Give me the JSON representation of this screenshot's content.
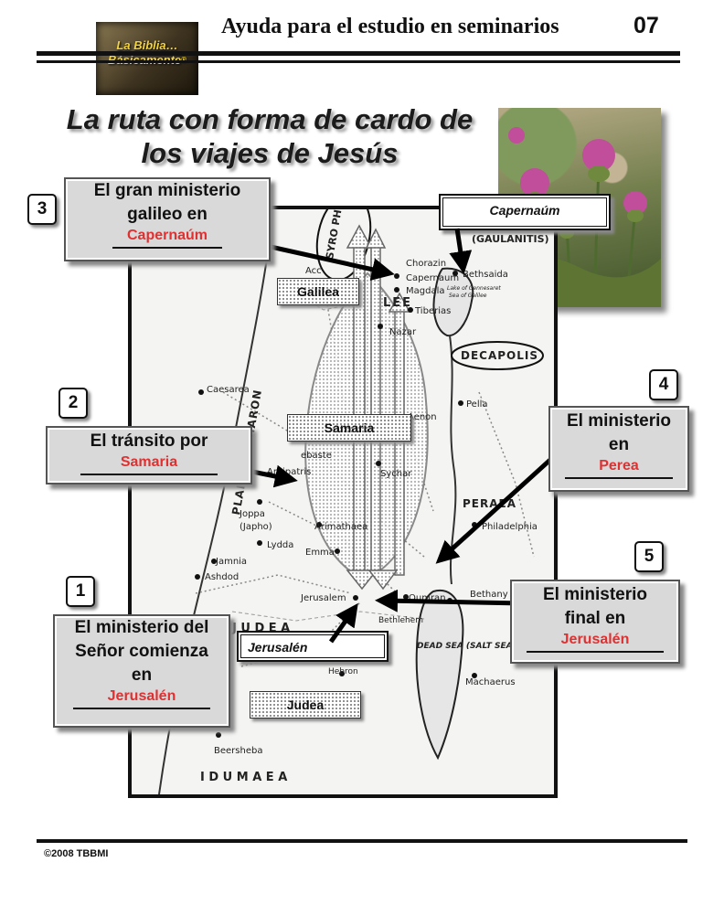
{
  "header": {
    "title": "Ayuda para el estudio en seminarios",
    "page_number": "07",
    "logo_line1": "La Biblia…",
    "logo_line2": "Básicamente",
    "logo_mark": "®"
  },
  "main_title_line1": "La ruta con forma de cardo de",
  "main_title_line2": "los viajes de Jesús",
  "steps": [
    {
      "number": "1",
      "text_lines": [
        "El ministerio del",
        "Señor comienza",
        "en"
      ],
      "answer": "Jerusalén"
    },
    {
      "number": "2",
      "text_lines": [
        "El tránsito por"
      ],
      "answer": "Samaria"
    },
    {
      "number": "3",
      "text_lines": [
        "El gran ministerio",
        "galileo en"
      ],
      "answer": "Capernaúm"
    },
    {
      "number": "4",
      "text_lines": [
        "El ministerio",
        "en"
      ],
      "answer": "Perea"
    },
    {
      "number": "5",
      "text_lines": [
        "El ministerio",
        "final en"
      ],
      "answer": "Jerusalén"
    }
  ],
  "region_labels": {
    "galilea": "Galilea",
    "samaria": "Samaria",
    "judea": "Judea",
    "jerusalen": "Jerusalén",
    "capernaum": "Capernaúm"
  },
  "map_labels": {
    "syro_phoenicia": "SYRO PHOENICIA",
    "gaulanitis": "(GAULANITIS)",
    "chorazin": "Chorazin",
    "capernaum": "Capernaum",
    "magdala": "Magdala",
    "bethsaida": "Bethsaida",
    "tiberias": "Tiberias",
    "galilee": "LEE",
    "lake": "Lake of Gennesaret",
    "lake2": "Sea of Galilee",
    "acc": "Acc",
    "nazareth": "Nazar",
    "decapolis": "DECAPOLIS",
    "caesarea": "Caesarea",
    "plain_of_sharon": "PLAIN OF SHARON",
    "pella": "Pella",
    "aenon": "Aenon",
    "ebaste": "ebaste",
    "sychar": "Sychar",
    "antipatris": "Antipatris",
    "joppa": "Joppa",
    "japho": "(Japho)",
    "arimathaea": "Arimathaea",
    "lydda": "Lydda",
    "peraea": "PERAEA",
    "philadelphia": "Philadelphia",
    "emmaus": "Emma",
    "jamnia": "Jamnia",
    "ashdod": "Ashdod",
    "jerusalem": "Jerusalem",
    "bethany": "Bethany",
    "bethlehem": "Bethlehem",
    "qumran": "Qumran",
    "judaea": "J U D E A",
    "dead_sea": "DEAD SEA (SALT SEA)",
    "machaerus": "Machaerus",
    "beersheba": "Beersheba",
    "idumaea": "I D U M A E A",
    "hebron": "Hebron"
  },
  "copyright": "©2008 TBBMI"
}
